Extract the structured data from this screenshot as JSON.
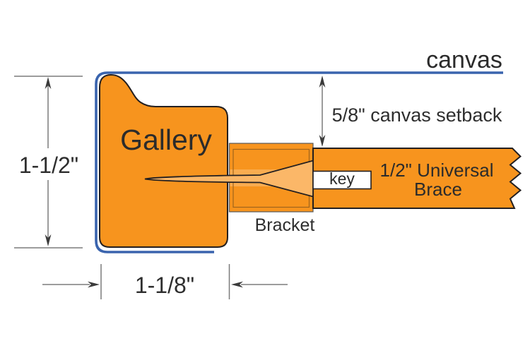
{
  "labels": {
    "canvas": "canvas",
    "profile": "Gallery",
    "bracket": "Bracket",
    "key": "key",
    "brace_line1": "1/2\" Universal",
    "brace_line2": "Brace"
  },
  "dimensions": {
    "profile_height": "1-1/2\"",
    "profile_bottom_width": "1-1/8\"",
    "canvas_setback": "5/8\" canvas setback"
  },
  "colors": {
    "profile_orange": "#F7941E",
    "channel_orange_light": "#F9AC50",
    "key_orange_light": "#FBB768",
    "outline_black": "#231F20",
    "canvas_blue": "#3A64AE",
    "dim_line_gray": "#7B7B7B",
    "dim_arrow_dark": "#3A3A3A",
    "text_dark": "#2B2B2B",
    "key_box_bg": "#FFFFFF"
  }
}
